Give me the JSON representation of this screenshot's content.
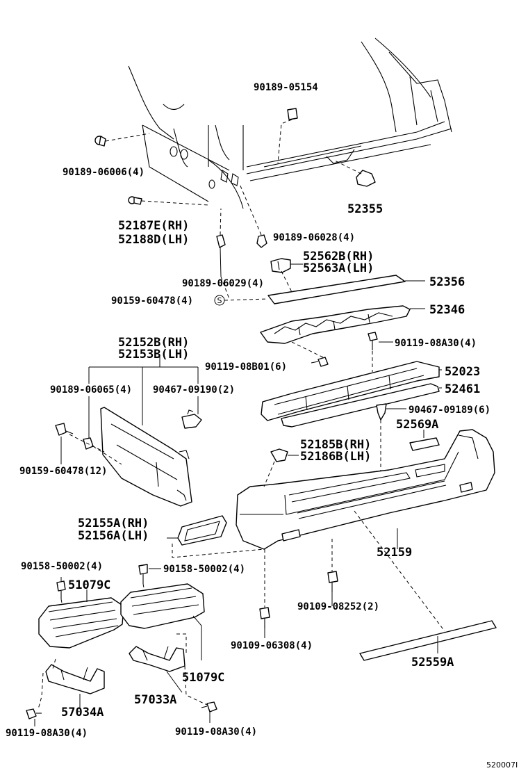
{
  "parts": {
    "p90189_05154": "90189-05154",
    "p90189_06006": "90189-06006(4)",
    "p52355": "52355",
    "p52187E": "52187E(RH)",
    "p52188D": "52188D(LH)",
    "p90189_06028": "90189-06028(4)",
    "p52562B": "52562B(RH)",
    "p52563A": "52563A(LH)",
    "p90189_06029": "90189-06029(4)",
    "p52356": "52356",
    "p90159_60478_4": "90159-60478(4)",
    "p52346": "52346",
    "p90119_08A30_4a": "90119-08A30(4)",
    "p52152B": "52152B(RH)",
    "p52153B": "52153B(LH)",
    "p90119_08B01": "90119-08B01(6)",
    "p52023": "52023",
    "p52461": "52461",
    "p90189_06065": "90189-06065(4)",
    "p90467_09190": "90467-09190(2)",
    "p90467_09189": "90467-09189(6)",
    "p52569A": "52569A",
    "p90159_60478_12": "90159-60478(12)",
    "p52185B": "52185B(RH)",
    "p52186B": "52186B(LH)",
    "p52155A": "52155A(RH)",
    "p52156A": "52156A(LH)",
    "p52159": "52159",
    "p90158_50002_a": "90158-50002(4)",
    "p90158_50002_b": "90158-50002(4)",
    "p51079C_a": "51079C",
    "p90109_08252": "90109-08252(2)",
    "p90109_06308": "90109-06308(4)",
    "p51079C_b": "51079C",
    "p52559A": "52559A",
    "p57034A": "57034A",
    "p57033A": "57033A",
    "p90119_08A30_4b": "90119-08A30(4)",
    "p90119_08A30_4c": "90119-08A30(4)"
  },
  "symbol_s": "S",
  "diagram_code": "520007I"
}
